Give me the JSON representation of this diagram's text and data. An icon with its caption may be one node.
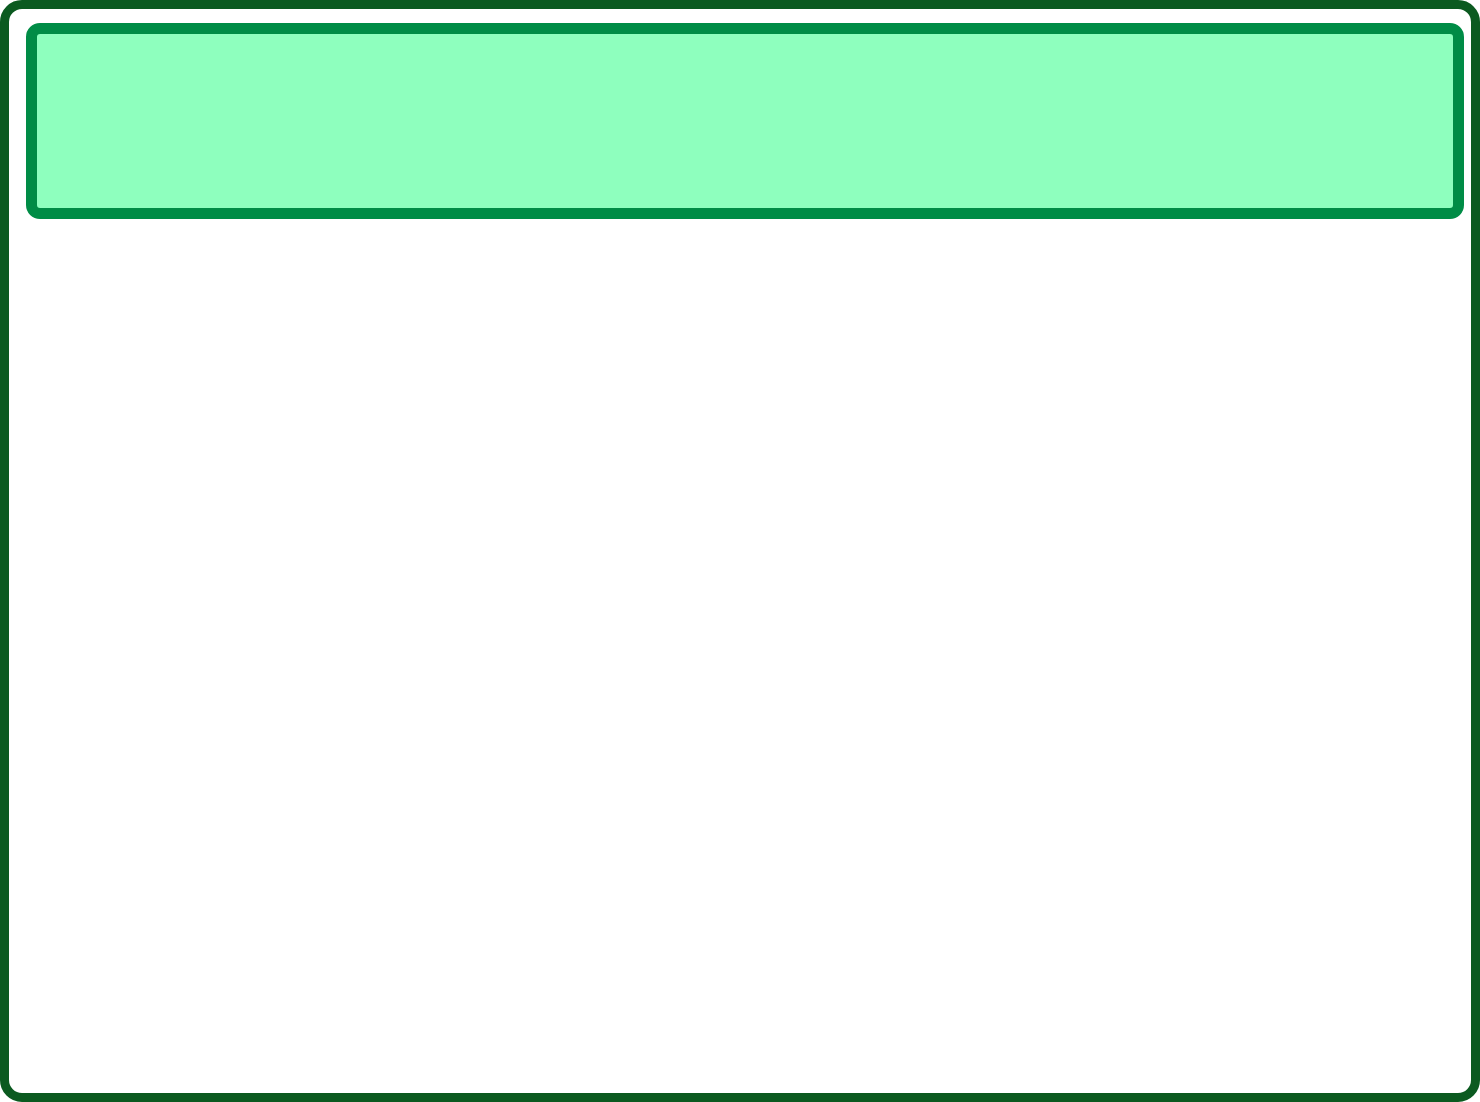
{
  "diagram": {
    "nodes": [
      {
        "text": [],
        "shape": "box"
      },
      {
        "text": [],
        "shape": "bar",
        "in": 0
      }
    ]
  }
}
